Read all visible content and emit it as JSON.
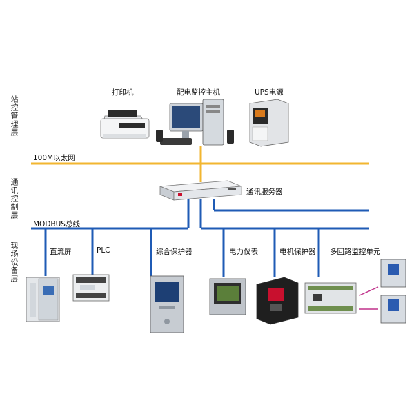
{
  "layers": {
    "station": "站控管理层",
    "comm": "通讯控制层",
    "field": "现场设备层"
  },
  "bus": {
    "ethernet": "100M以太网",
    "modbus": "MODBUS总线"
  },
  "devices": {
    "printer": "打印机",
    "host": "配电监控主机",
    "ups": "UPS电源",
    "server": "通讯服务器",
    "dc_screen": "直流屏",
    "plc": "PLC",
    "protection": "综合保护器",
    "meter": "电力仪表",
    "motor_protector": "电机保护器",
    "multi_monitor": "多回路监控单元"
  },
  "colors": {
    "ethernet_line": "#f2b630",
    "modbus_line": "#1f5bb5",
    "device_body": "#d9dde2",
    "accent_red": "#c8102e"
  }
}
